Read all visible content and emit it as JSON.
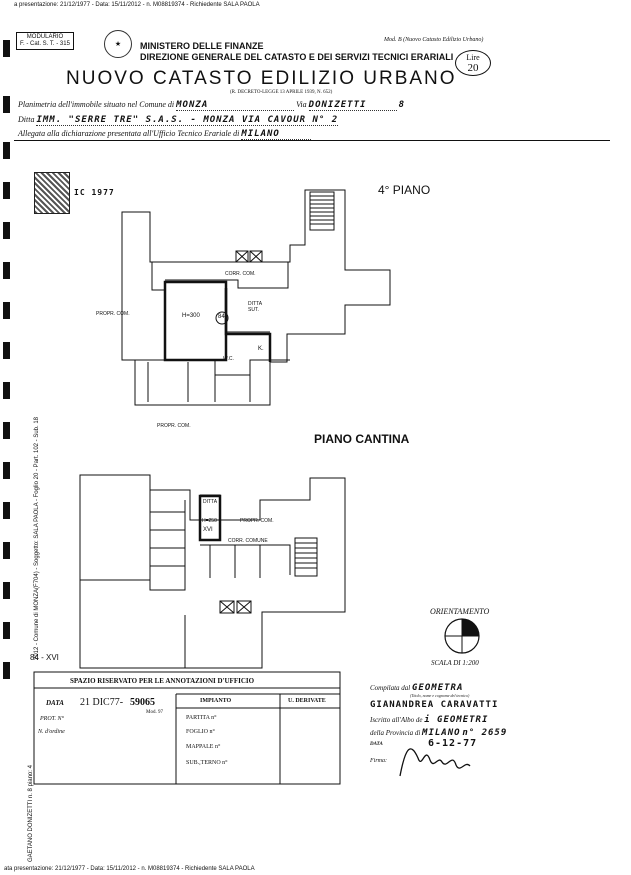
{
  "top_strip": "a presentazione: 21/12/1977 - Data: 15/11/2012 - n. M08819374 - Richiedente SALA PAOLA",
  "modulario": [
    "MODULARIO",
    "F. - Cat. S. T. - 315"
  ],
  "ministry": {
    "line1": "MINISTERO DELLE FINANZE",
    "line2": "DIREZIONE GENERALE DEL CATASTO E DEI SERVIZI TECNICI ERARIALI"
  },
  "mod_b": "Mod. B (Nuovo Catasto Edilizio Urbano)",
  "lire": {
    "label": "Lire",
    "value": "20"
  },
  "main_title": "NUOVO CATASTO EDILIZIO URBANO",
  "decree": "(R. DECRETO-LEGGE 13 APRILE 1939, N. 652)",
  "form": {
    "planimetria_label": "Planimetria dell'immobile situato nel Comune di",
    "comune": "MONZA",
    "via_label": "Via",
    "via": "DONIZETTI",
    "civico": "8",
    "ditta_label": "Ditta",
    "ditta": "IMM. \"SERRE TRE\" S.A.S. - MONZA VIA CAVOUR N° 2",
    "allegata_label": "Allegata alla dichiarazione presentata all'Ufficio Tecnico Erariale di",
    "ufficio": "MILANO"
  },
  "stamp_date": "IC 1977",
  "plan": {
    "floor4": "4° PIANO",
    "cantina": "PIANO CANTINA",
    "labels": [
      "CORR. COM.",
      "PROPR. COM.",
      "DITTA SUT.",
      "H=300",
      "84",
      "W.C.",
      "K.",
      "PROPR. COM.",
      "DITTA",
      "H=250",
      "XVI",
      "PROPR. COM.",
      "CORR. COMUNE"
    ],
    "sheet_no": "84 - XVI",
    "orientamento": "ORIENTAMENTO",
    "scala": "SCALA DI 1:200"
  },
  "side_strip": "2012 - Comune di MONZA(F704) - Soggetto: SALA PAOLA - Foglio 20 - Part. 102 - Sub. 18",
  "side_strip2": "GAETANO DONIZETTI n. 8 piano: 4",
  "uff": {
    "header": "SPAZIO RISERVATO PER LE ANNOTAZIONI D'UFFICIO",
    "data_label": "DATA",
    "data_value": "21 DIC77-",
    "number": "59065",
    "mod97": "Mod. 97",
    "prot_label": "PROT. N°",
    "ordine_label": "N. d'ordine",
    "impianto": "IMPIANTO",
    "derivate": "U. DERIVATE",
    "rows": [
      "PARTITA n°",
      "FOGLIO n°",
      "MAPPALE n°",
      "SUB.,TERNO n°"
    ]
  },
  "compilata": {
    "label": "Compilata dal",
    "title": "GEOMETRA",
    "sub": "(Titolo, nome e cognome del tecnico)",
    "name": "GIANANDREA CARAVATTI",
    "iscritto_label": "Iscritto all'Albo de",
    "albo": "i GEOMETRI",
    "provincia_label": "della Provincia di",
    "provincia": "MILANO",
    "numero": "n° 2659",
    "data_label": "DATA",
    "data": "6-12-77",
    "firma_label": "Firma:"
  },
  "bottom_strip": "ata presentazione: 21/12/1977 - Data: 15/11/2012 - n. M08819374 - Richiedente SALA PAOLA"
}
